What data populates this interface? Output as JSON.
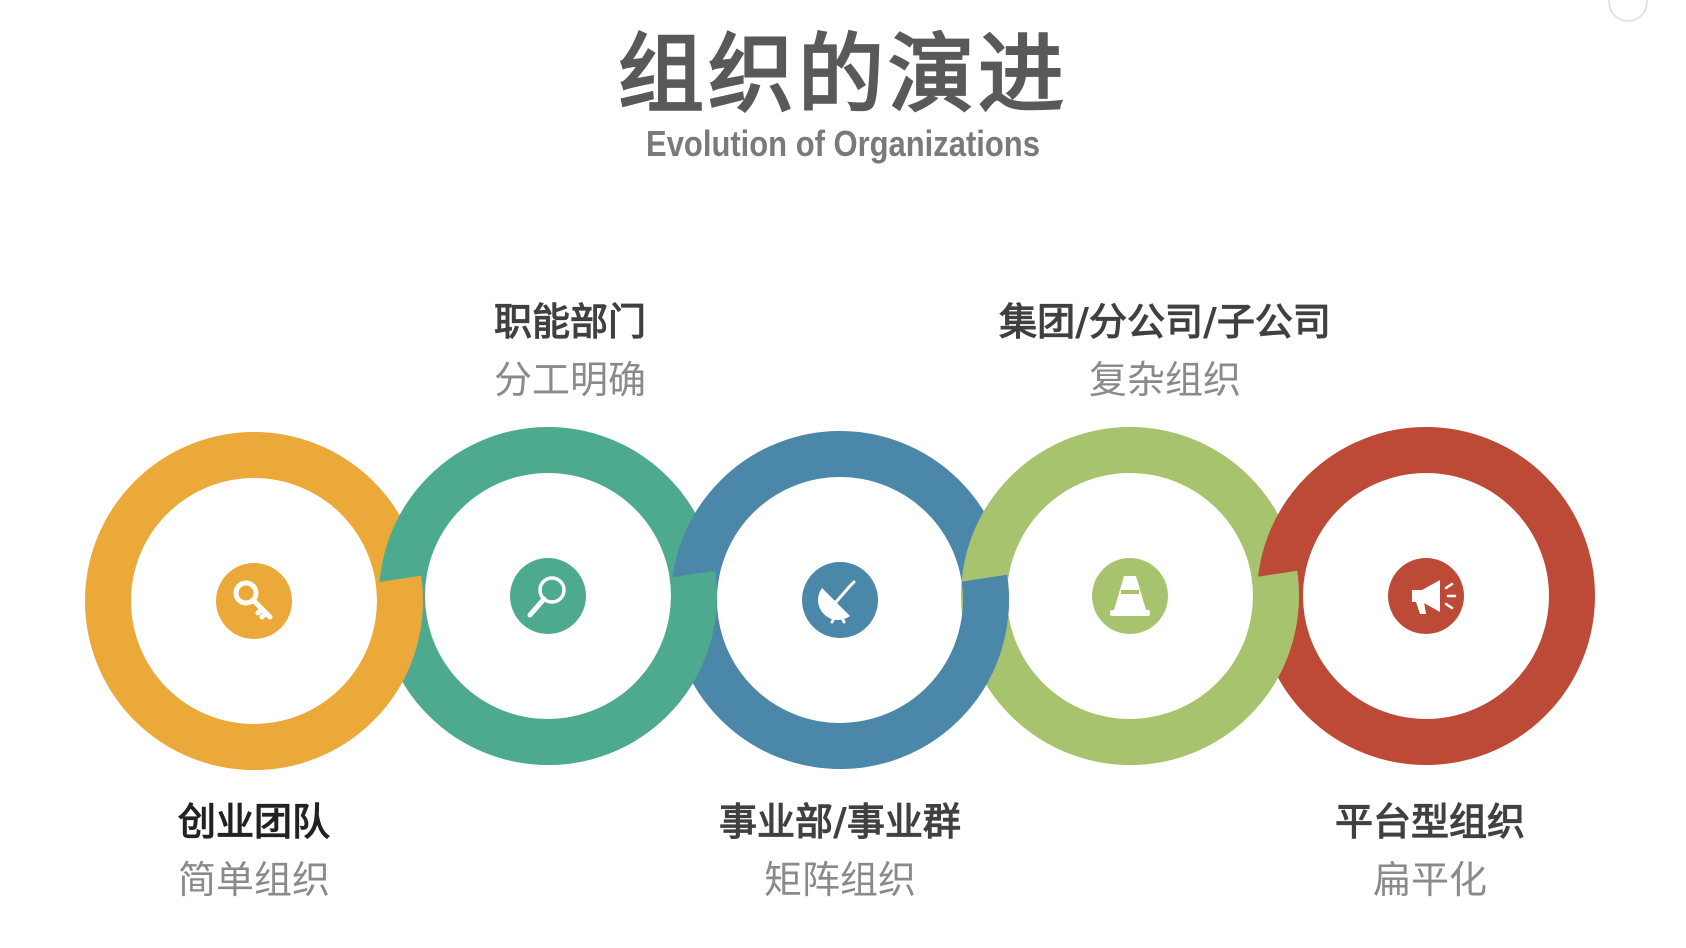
{
  "header": {
    "title": "组织的演进",
    "subtitle": "Evolution of Organizations"
  },
  "stages": [
    {
      "name": "创业团队",
      "desc": "简单组织",
      "color": "#EBA93A",
      "icon": "key-icon"
    },
    {
      "name": "职能部门",
      "desc": "分工明确",
      "color": "#4EAA8E",
      "icon": "magnifier-icon"
    },
    {
      "name": "事业部/事业群",
      "desc": "矩阵组织",
      "color": "#4A87A8",
      "icon": "satellite-dish-icon"
    },
    {
      "name": "集团/分公司/子公司",
      "desc": "复杂组织",
      "color": "#A8C36D",
      "icon": "traffic-cone-icon"
    },
    {
      "name": "平台型组织",
      "desc": "扁平化",
      "color": "#BD4A37",
      "icon": "megaphone-icon"
    }
  ]
}
